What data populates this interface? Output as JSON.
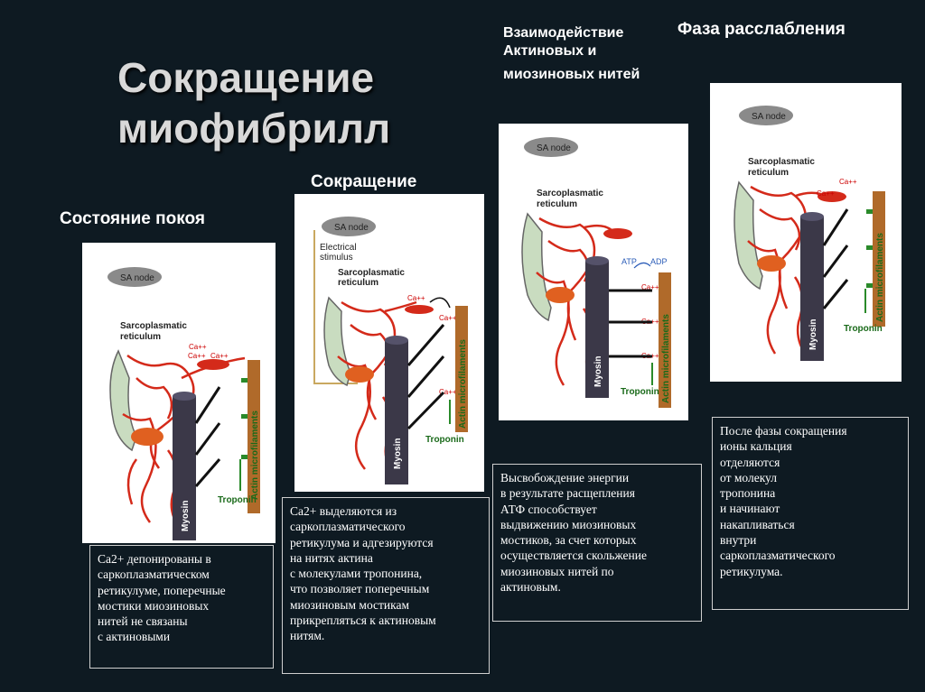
{
  "title_line1": "Сокращение",
  "title_line2": "миофибрилл",
  "stages": [
    {
      "heading": "Состояние покоя",
      "labels": {
        "sa_node": "SA node",
        "sr": "Sarcoplasmatic",
        "sr2": "reticulum",
        "ca1": "Ca++",
        "ca2": "Ca++",
        "ca3": "Ca++",
        "myosin": "Myosin",
        "actin": "Actin microfilaments",
        "troponin": "Troponin"
      },
      "caption": "Ca2+ депонированы в\n саркоплазматическом\nретикулуме, поперечные\n мостики миозиновых\nнитей не связаны\nс актиновыми"
    },
    {
      "heading": "Сокращение",
      "labels": {
        "sa_node": "SA node",
        "stim1": "Electrical",
        "stim2": "stimulus",
        "sr": "Sarcoplasmatic",
        "sr2": "reticulum",
        "ca1": "Ca++",
        "ca2": "Ca++",
        "ca3": "Ca++",
        "myosin": "Myosin",
        "actin": "Actin microfilaments",
        "troponin": "Troponin"
      },
      "caption": "Ca2+ выделяются  из\nсаркоплазматического\nретикулума и адгезируются\nна нитях актина\nс молекулами тропонина,\nчто позволяет поперечным\nмиозиновым мостикам\nприкрепляться к актиновым\nнитям."
    },
    {
      "heading_line1": "Взаимодействие",
      "heading_line2": "Актиновых  и",
      "heading_line3": "миозиновых нитей",
      "labels": {
        "sa_node": "SA node",
        "sr": "Sarcoplasmatic",
        "sr2": "reticulum",
        "atp": "ATP",
        "adp": "ADP",
        "ca1": "Ca++",
        "ca2": "Ca++",
        "ca3": "Ca++",
        "myosin": "Myosin",
        "actin": "Actin microfilaments",
        "troponin": "Troponin"
      },
      "caption": "Высвобождение энергии\nв результате расщепления\nАТФ способствует\nвыдвижению миозиновых\nмостиков, за счет которых\nосуществляется скольжение\nмиозиновых нитей по\nактиновым."
    },
    {
      "heading": "Фаза расслабления",
      "labels": {
        "sa_node": "SA node",
        "sr": "Sarcoplasmatic",
        "sr2": "reticulum",
        "ca1": "Ca++",
        "ca2": "Ca++",
        "myosin": "Myosin",
        "actin": "Actin microfilaments",
        "troponin": "Troponin"
      },
      "caption": "После фазы сокращения\nионы кальция\nотделяются\nот молекул\nтропонина\nи начинают\nнакапливаться\nвнутри\nсаркоплазматического\nретикулума."
    }
  ],
  "colors": {
    "background": "#0e1a22",
    "reticulum": "#d42a1a",
    "myosin": "#3b3848",
    "actin": "#b06a2a",
    "troponin_arrow": "#2a8a2a"
  }
}
